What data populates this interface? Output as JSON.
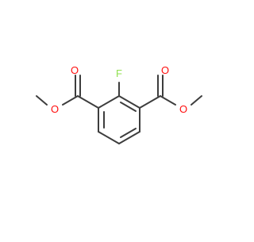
{
  "molecule": {
    "colors": {
      "bond": "#3d3d3d",
      "oxygen": "#ff0d0d",
      "fluorine": "#90e050",
      "background": "#ffffff"
    },
    "atom_labels": {
      "fluorine": "F",
      "carbonyl_oxygen_left": "O",
      "ester_oxygen_left": "O",
      "carbonyl_oxygen_right": "O",
      "ester_oxygen_right": "O"
    }
  }
}
